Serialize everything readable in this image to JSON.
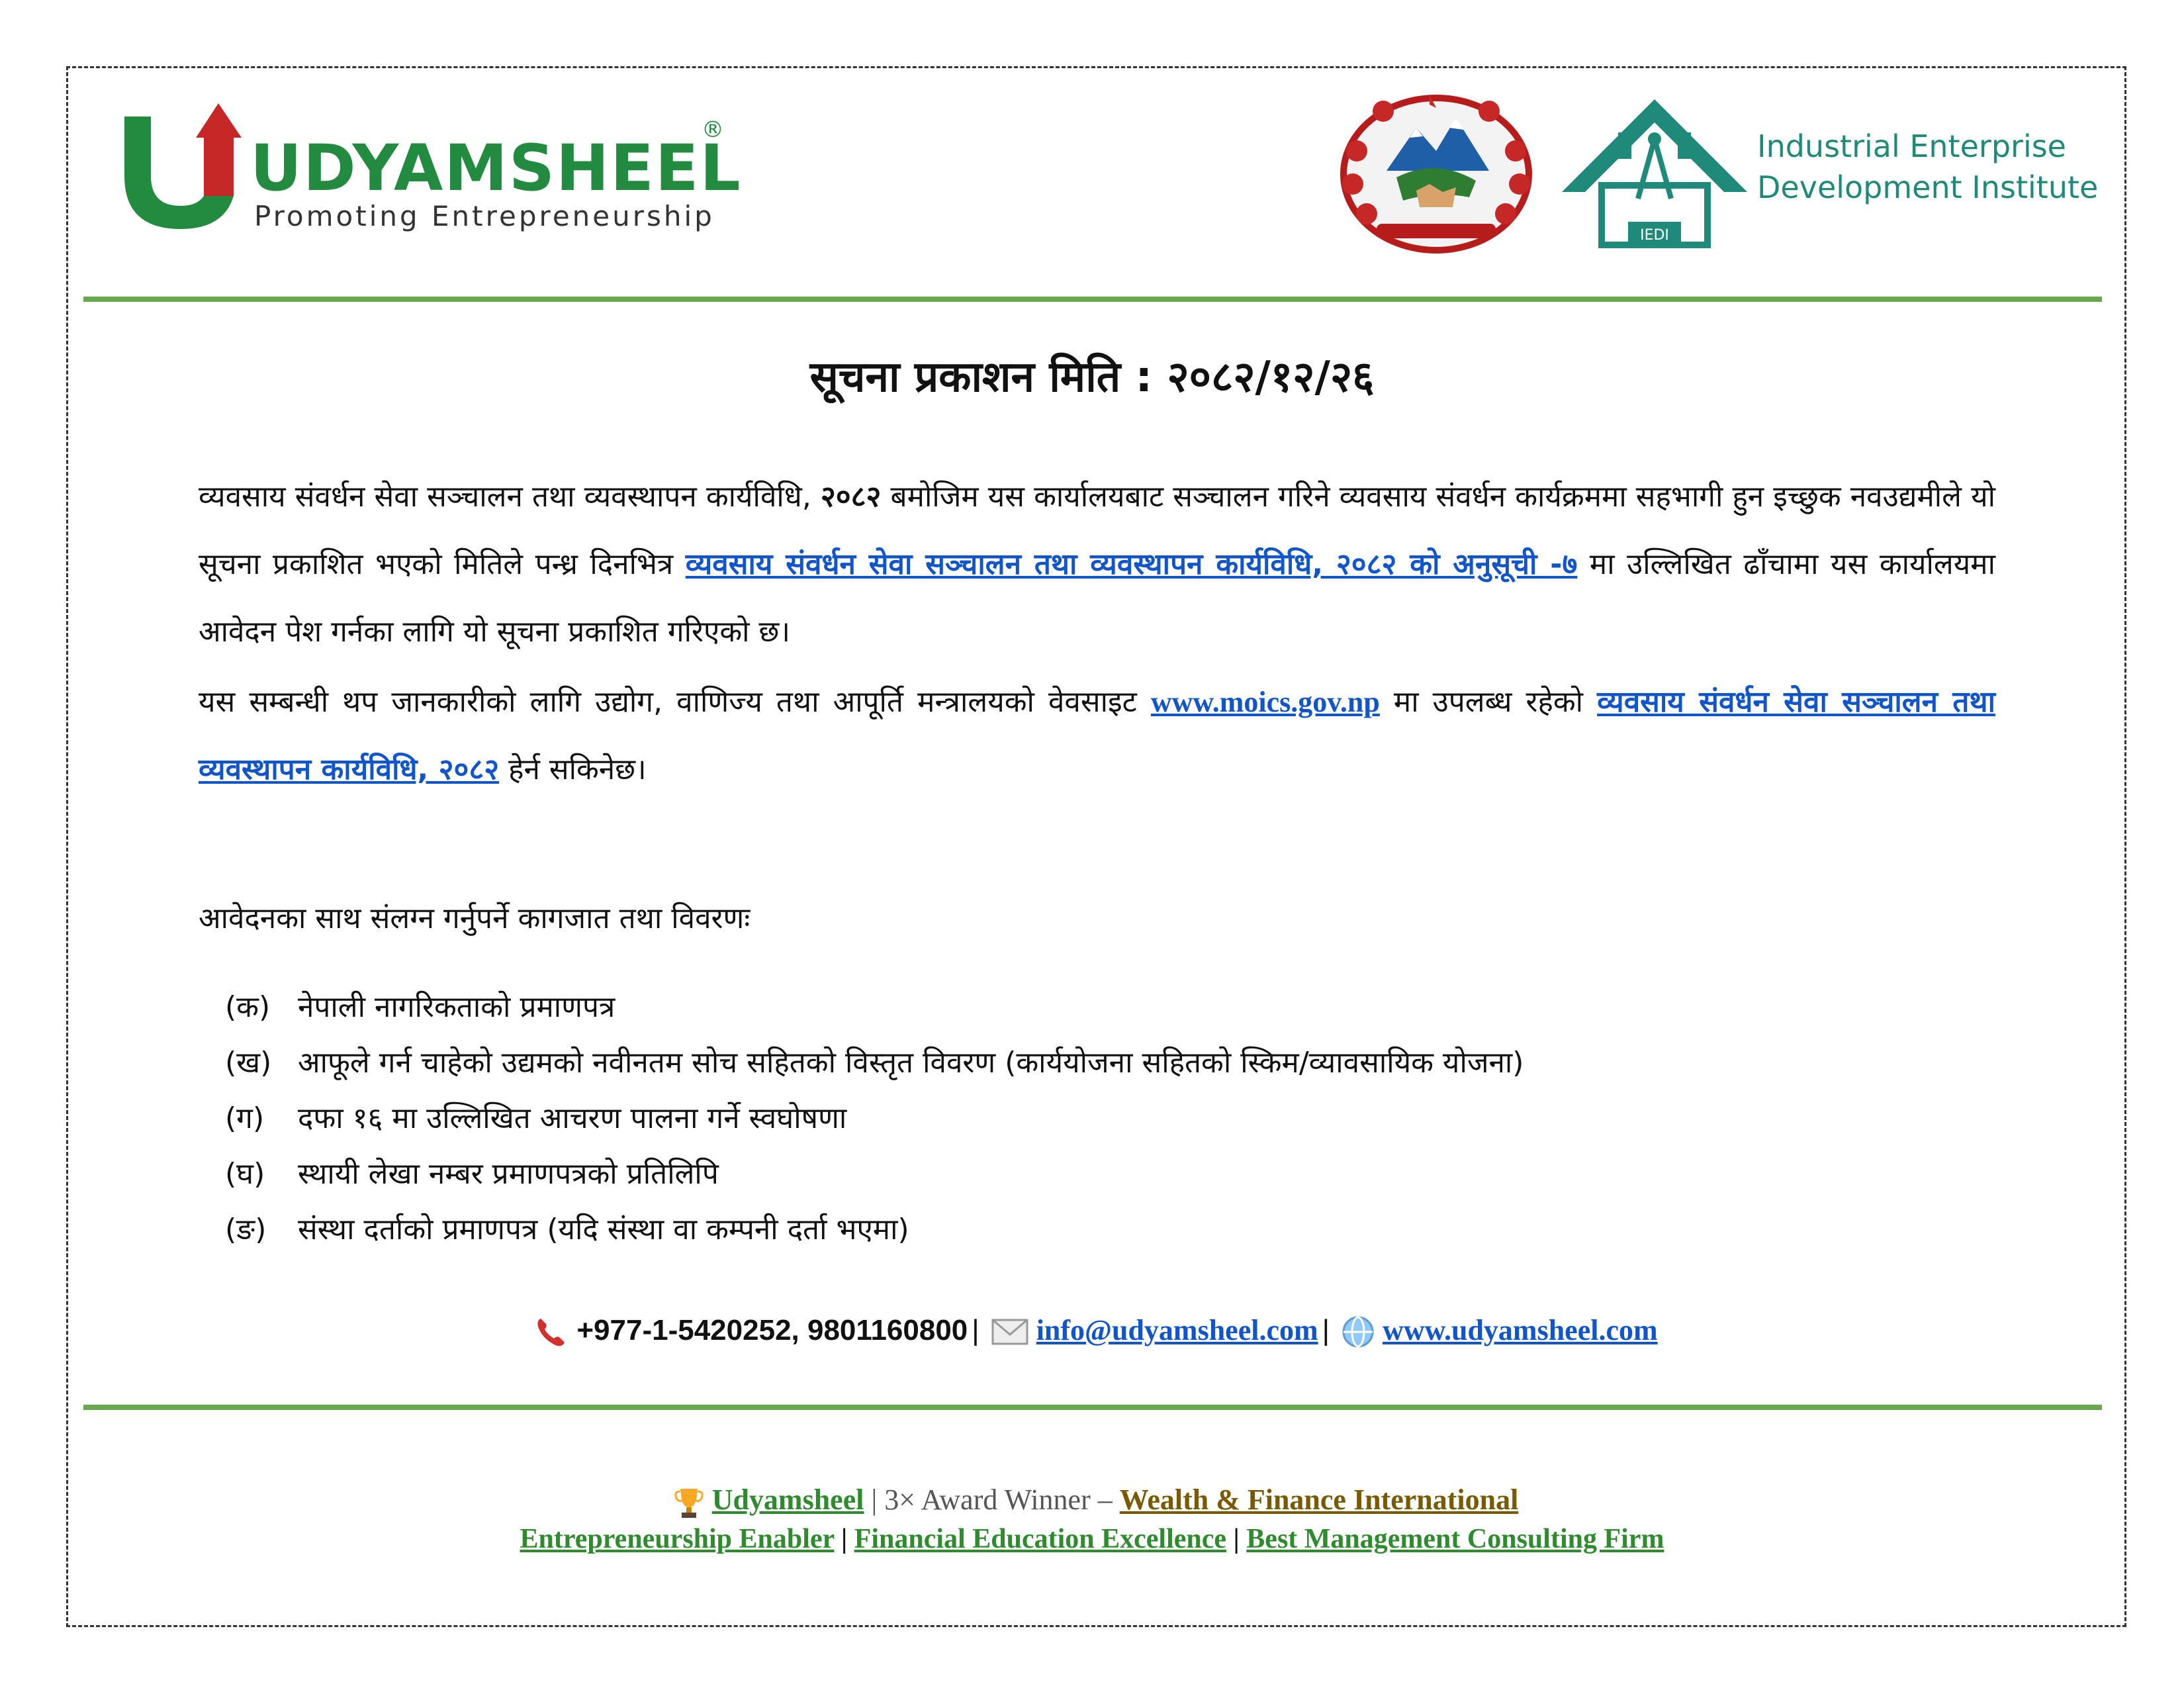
{
  "header": {
    "brand_name": "UDYAMSHEEL",
    "brand_reg": "®",
    "brand_tagline": "Promoting Entrepreneurship",
    "iedi_line1": "Industrial Enterprise",
    "iedi_line2": "Development Institute",
    "iedi_badge": "IEDI"
  },
  "notice": {
    "title": "सूचना प्रकाशन मिति : २०८२/१२/२६",
    "para1_a": "व्यवसाय संवर्धन सेवा सञ्चालन तथा व्यवस्थापन कार्यविधि, ",
    "para1_bold": "२०८२",
    "para1_b": " बमोजिम यस कार्यालयबाट सञ्चालन गरिने व्यवसाय संवर्धन कार्यक्रममा सहभागी हुन इच्छुक नवउद्यमीले यो सूचना प्रकाशित भएको मितिले पन्ध्र दिनभित्र ",
    "para1_link": "व्यवसाय संवर्धन सेवा सञ्चालन तथा व्यवस्थापन कार्यविधि, २०८२ को अनुसूची -७",
    "para1_c": " मा उल्लिखित ढाँचामा यस कार्यालयमा आवेदन पेश गर्नका लागि यो सूचना प्रकाशित गरिएको छ।",
    "para2_a": "यस सम्बन्धी थप जानकारीको लागि उद्योग, वाणिज्य तथा आपूर्ति मन्त्रालयको वेवसाइट ",
    "para2_site": "www.moics.gov.np",
    "para2_b": " मा उपलब्ध रहेको ",
    "para2_link": "व्यवसाय संवर्धन सेवा सञ्चालन तथा व्यवस्थापन कार्यविधि, २०८२",
    "para2_c": " हेर्न सकिनेछ।",
    "list_label": "आवेदनका साथ संलग्न गर्नुपर्ने कागजात तथा विवरणः",
    "items": [
      {
        "marker": "(क)",
        "text": "नेपाली नागरिकताको प्रमाणपत्र"
      },
      {
        "marker": "(ख)",
        "text": "आफूले गर्न चाहेको उद्यमको नवीनतम सोच सहितको विस्तृत विवरण (कार्ययोजना सहितको स्किम/व्यावसायिक योजना)"
      },
      {
        "marker": "(ग)",
        "text": "दफा १६ मा उल्लिखित आचरण पालना गर्ने स्वघोषणा"
      },
      {
        "marker": "(घ)",
        "text": "स्थायी लेखा नम्बर प्रमाणपत्रको प्रतिलिपि"
      },
      {
        "marker": "(ङ)",
        "text": "संस्था दर्ताको प्रमाणपत्र (यदि संस्था वा कम्पनी दर्ता भएमा)"
      }
    ]
  },
  "contact": {
    "phone": "+977-1-5420252, 9801160800",
    "sep": "|",
    "email": "info@udyamsheel.com",
    "website": "www.udyamsheel.com"
  },
  "footer": {
    "brand": "Udyamsheel",
    "award": " | 3× Award Winner – ",
    "award_org": "Wealth & Finance International",
    "cat1": "Entrepreneurship Enabler",
    "cat2": "Financial Education Excellence",
    "cat3": "Best Management Consulting Firm",
    "sep": " | "
  },
  "colors": {
    "brand_green": "#238b3f",
    "rule_green": "#6aa84f",
    "link_blue": "#1155cc",
    "iedi_teal": "#1f8a7a"
  }
}
